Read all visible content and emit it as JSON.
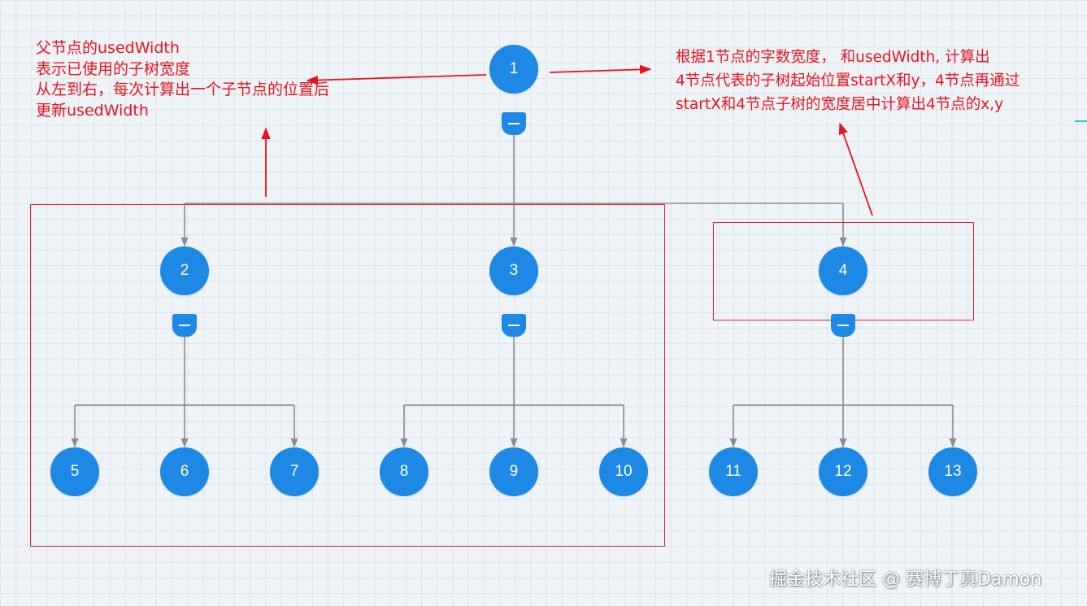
{
  "tree": {
    "nodes": [
      {
        "id": "n1",
        "label": "1",
        "has_toggle": true
      },
      {
        "id": "n2",
        "label": "2",
        "has_toggle": true
      },
      {
        "id": "n3",
        "label": "3",
        "has_toggle": true
      },
      {
        "id": "n4",
        "label": "4",
        "has_toggle": true
      },
      {
        "id": "n5",
        "label": "5",
        "has_toggle": false
      },
      {
        "id": "n6",
        "label": "6",
        "has_toggle": false
      },
      {
        "id": "n7",
        "label": "7",
        "has_toggle": false
      },
      {
        "id": "n8",
        "label": "8",
        "has_toggle": false
      },
      {
        "id": "n9",
        "label": "9",
        "has_toggle": false
      },
      {
        "id": "n10",
        "label": "10",
        "has_toggle": false
      },
      {
        "id": "n11",
        "label": "11",
        "has_toggle": false
      },
      {
        "id": "n12",
        "label": "12",
        "has_toggle": false
      },
      {
        "id": "n13",
        "label": "13",
        "has_toggle": false
      }
    ],
    "edges": [
      [
        "1",
        "2"
      ],
      [
        "1",
        "3"
      ],
      [
        "1",
        "4"
      ],
      [
        "2",
        "5"
      ],
      [
        "2",
        "6"
      ],
      [
        "2",
        "7"
      ],
      [
        "3",
        "8"
      ],
      [
        "3",
        "9"
      ],
      [
        "3",
        "10"
      ],
      [
        "4",
        "11"
      ],
      [
        "4",
        "12"
      ],
      [
        "4",
        "13"
      ]
    ],
    "toggle_symbol": "minus-icon"
  },
  "annotations": {
    "left": {
      "lines": [
        "父节点的usedWidth",
        "表示已使用的子树宽度",
        "从左到右，每次计算出一个子节点的位置后",
        "更新usedWidth"
      ]
    },
    "right": {
      "lines": [
        "根据1节点的字数宽度，  和usedWidth, 计算出",
        "4节点代表的子树起始位置startX和y，4节点再通过",
        "startX和4节点子树的宽度居中计算出4节点的x,y"
      ]
    }
  },
  "watermark": "掘金技术社区 @ 赛博丁真Damon",
  "colors": {
    "node_fill": "#1e88e5",
    "node_text": "#ffffff",
    "edge": "#8c8c8c",
    "annotation": "#e8131f",
    "highlight_box": "#e02530",
    "background": "#eef3f7",
    "grid": "#dde4ea"
  }
}
